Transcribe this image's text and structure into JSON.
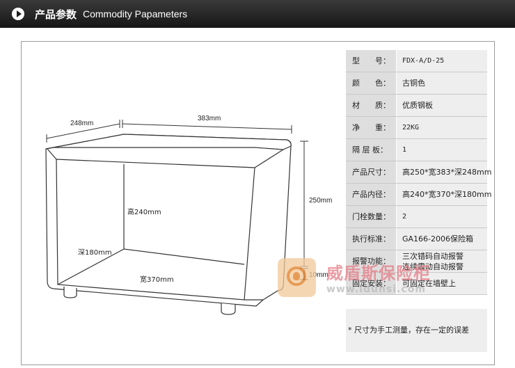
{
  "header": {
    "title_cn": "产品参数",
    "title_en": "Commodity Papameters"
  },
  "drawing": {
    "dim_depth": "248mm",
    "dim_width": "383mm",
    "dim_height": "250mm",
    "inner_height": "高240mm",
    "inner_depth": "深180mm",
    "inner_width": "宽370mm",
    "foot_height": "10mm"
  },
  "specs": [
    {
      "label": "型　　号：",
      "value": "FDX-A/D-25"
    },
    {
      "label": "颜　　色：",
      "value": "古铜色"
    },
    {
      "label": "材　　质：",
      "value": "优质钢板"
    },
    {
      "label": "净　　重：",
      "value": "22KG"
    },
    {
      "label": "隔 层 板：",
      "value": "1"
    },
    {
      "label": "产品尺寸：",
      "value": "高250*宽383*深248mm"
    },
    {
      "label": "产品内径：",
      "value": "高240*宽370*深180mm"
    },
    {
      "label": "门栓数量：",
      "value": "2"
    },
    {
      "label": "执行标准：",
      "value": "GA166-2006保险箱"
    },
    {
      "label": "报警功能：",
      "value": "三次错码自动报警",
      "value2": "连续震动自动报警"
    },
    {
      "label": "固定安装：",
      "value": "可固定在墙壁上"
    }
  ],
  "note": "* 尺寸为手工测量，存在一定的误差",
  "watermark": {
    "brand": "威盾斯保险柜",
    "url": "www.idunsi.com"
  },
  "colors": {
    "header_bg": "#222222",
    "label_bg": "#dedede",
    "value_bg": "#eeeeee",
    "watermark_brand": "#e57d86",
    "watermark_logo": "#e07c1e"
  }
}
